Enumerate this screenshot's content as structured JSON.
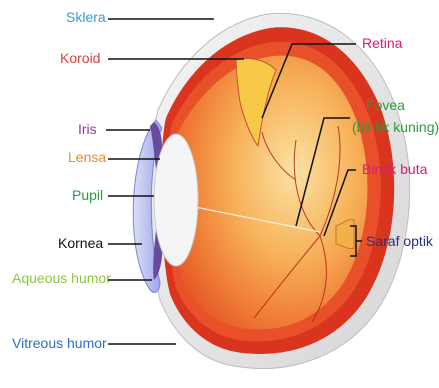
{
  "diagram": {
    "labels": {
      "sklera": {
        "text": "Sklera",
        "color": "#3a9ad9"
      },
      "koroid": {
        "text": "Koroid",
        "color": "#d8423b"
      },
      "iris": {
        "text": "Iris",
        "color": "#8a3d8f"
      },
      "lensa": {
        "text": "Lensa",
        "color": "#f08a24"
      },
      "pupil": {
        "text": "Pupil",
        "color": "#2f9a3c"
      },
      "kornea": {
        "text": "Kornea",
        "color": "#111111"
      },
      "aqueous": {
        "text": "Aqueous humor",
        "color": "#8cc63f"
      },
      "vitreous": {
        "text": "Vitreous humor",
        "color": "#2e6fb6"
      },
      "retina": {
        "text": "Retina",
        "color": "#d81b7a"
      },
      "fovea_1": {
        "text": "Fovea",
        "color": "#2f9a3c"
      },
      "fovea_2": {
        "text": "(bintik kuning)",
        "color": "#2f9a3c"
      },
      "bintik_buta": {
        "text": "Bintik buta",
        "color": "#d81b7a"
      },
      "saraf_optik": {
        "text": "Saraf optik",
        "color": "#2d2f7a"
      }
    }
  }
}
